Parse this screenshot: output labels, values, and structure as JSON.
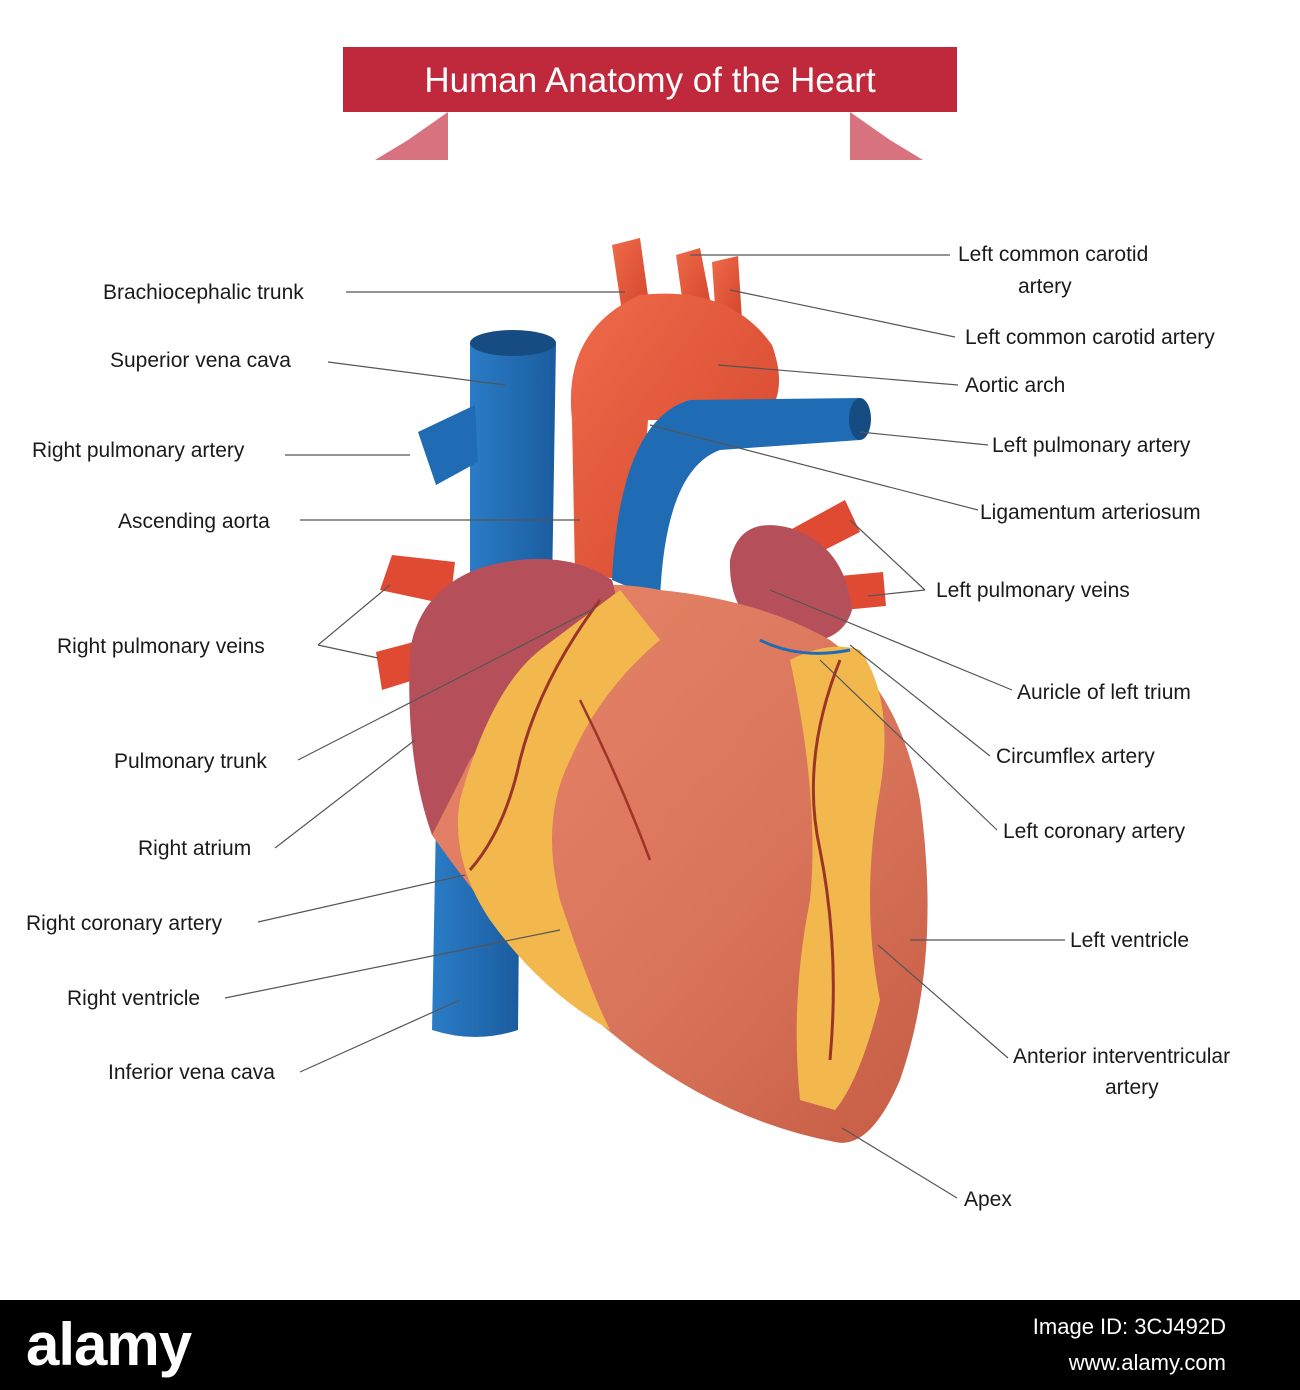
{
  "title": "Human Anatomy of the Heart",
  "labels": {
    "brachiocephalic_trunk": "Brachiocephalic trunk",
    "superior_vena_cava": "Superior vena cava",
    "right_pulmonary_artery": "Right pulmonary artery",
    "ascending_aorta": "Ascending aorta",
    "right_pulmonary_veins": "Right pulmonary veins",
    "pulmonary_trunk": "Pulmonary trunk",
    "right_atrium": "Right atrium",
    "right_coronary_artery": "Right coronary artery",
    "right_ventricle": "Right ventricle",
    "inferior_vena_cava": "Inferior vena cava",
    "left_common_carotid_line1": "Left common carotid",
    "left_common_carotid_line2": "artery",
    "left_common_carotid_artery": "Left common carotid artery",
    "aortic_arch": "Aortic arch",
    "left_pulmonary_artery": "Left pulmonary artery",
    "ligamentum_arteriosum": "Ligamentum arteriosum",
    "left_pulmonary_veins": "Left pulmonary veins",
    "auricle_left_atrium": "Auricle of left trium",
    "circumflex_artery": "Circumflex artery",
    "left_coronary_artery": "Left coronary artery",
    "left_ventricle": "Left ventricle",
    "anterior_interventricular_line1": "Anterior interventricular",
    "anterior_interventricular_line2": "artery",
    "apex": "Apex"
  },
  "footer": {
    "logo": "alamy",
    "image_id": "Image ID: 3CJ492D",
    "site": "www.alamy.com"
  },
  "colors": {
    "banner": "#c0283c",
    "banner_tail": "#d9727f",
    "vein_blue": "#1f6cb5",
    "artery_red": "#e04a32",
    "muscle": "#d8745a",
    "atrium": "#b5505a",
    "fat": "#f2b84e",
    "footer_bg": "#000000"
  }
}
